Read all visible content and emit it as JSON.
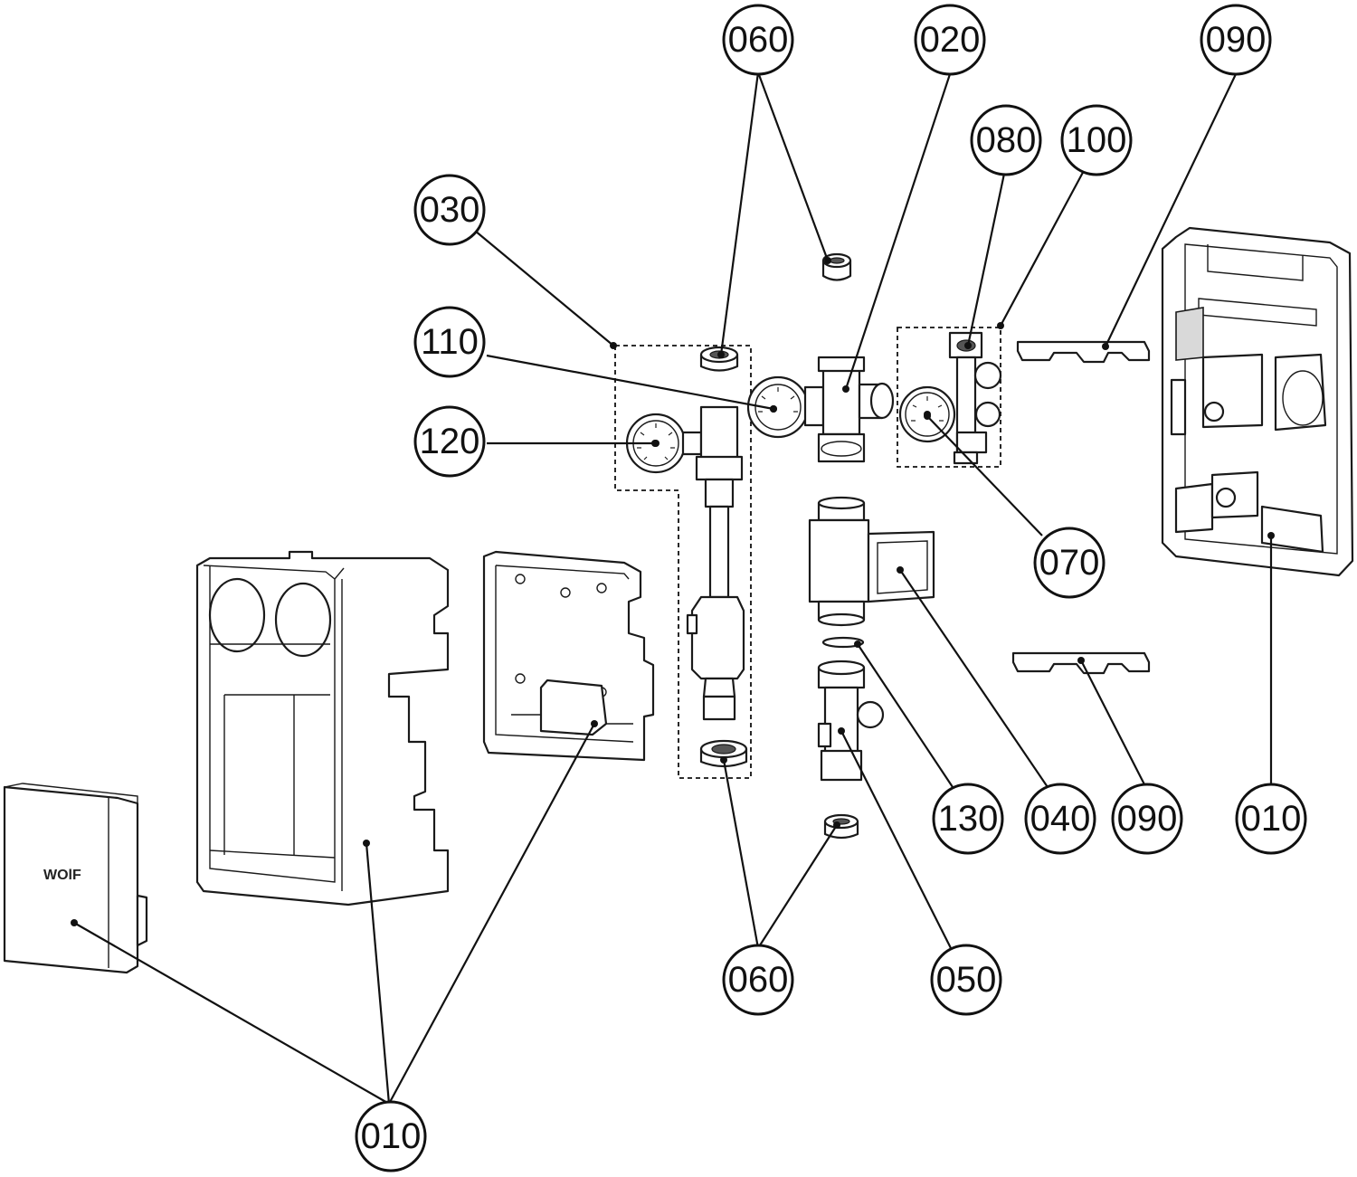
{
  "callouts": [
    {
      "id": "c060a",
      "label": "060"
    },
    {
      "id": "c020",
      "label": "020"
    },
    {
      "id": "c090a",
      "label": "090"
    },
    {
      "id": "c080",
      "label": "080"
    },
    {
      "id": "c100",
      "label": "100"
    },
    {
      "id": "c030",
      "label": "030"
    },
    {
      "id": "c110",
      "label": "110"
    },
    {
      "id": "c120",
      "label": "120"
    },
    {
      "id": "c070",
      "label": "070"
    },
    {
      "id": "c130",
      "label": "130"
    },
    {
      "id": "c040",
      "label": "040"
    },
    {
      "id": "c090b",
      "label": "090"
    },
    {
      "id": "c010a",
      "label": "010"
    },
    {
      "id": "c060b",
      "label": "060"
    },
    {
      "id": "c050",
      "label": "050"
    },
    {
      "id": "c010b",
      "label": "010"
    }
  ],
  "logo": "WOlF"
}
